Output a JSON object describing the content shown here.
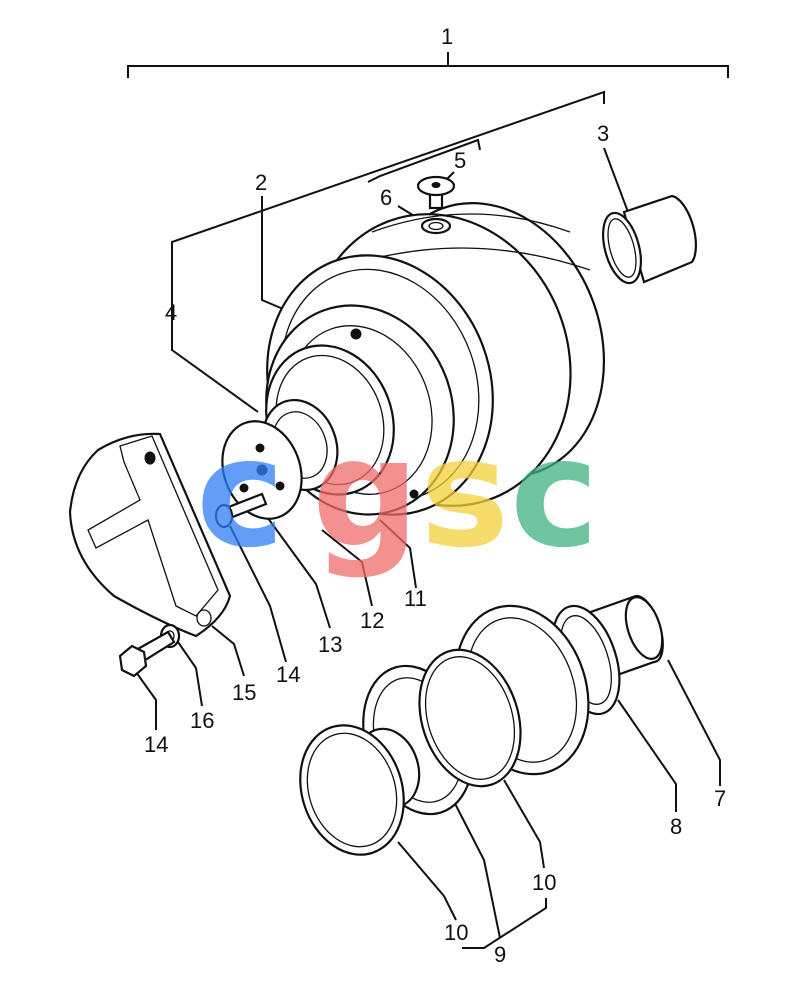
{
  "callouts": {
    "c1": "1",
    "c2": "2",
    "c3": "3",
    "c4": "4",
    "c5": "5",
    "c6": "6",
    "c7": "7",
    "c8": "8",
    "c9": "9",
    "c10a": "10",
    "c10b": "10",
    "c11": "11",
    "c12": "12",
    "c13": "13",
    "c14a": "14",
    "c14b": "14",
    "c15": "15",
    "c16": "16"
  },
  "watermark": {
    "letters": [
      "c",
      "g",
      "s",
      "c"
    ],
    "colors": [
      "#2f7df6",
      "#f06b6b",
      "#f5cf3a",
      "#3fb27f"
    ]
  }
}
